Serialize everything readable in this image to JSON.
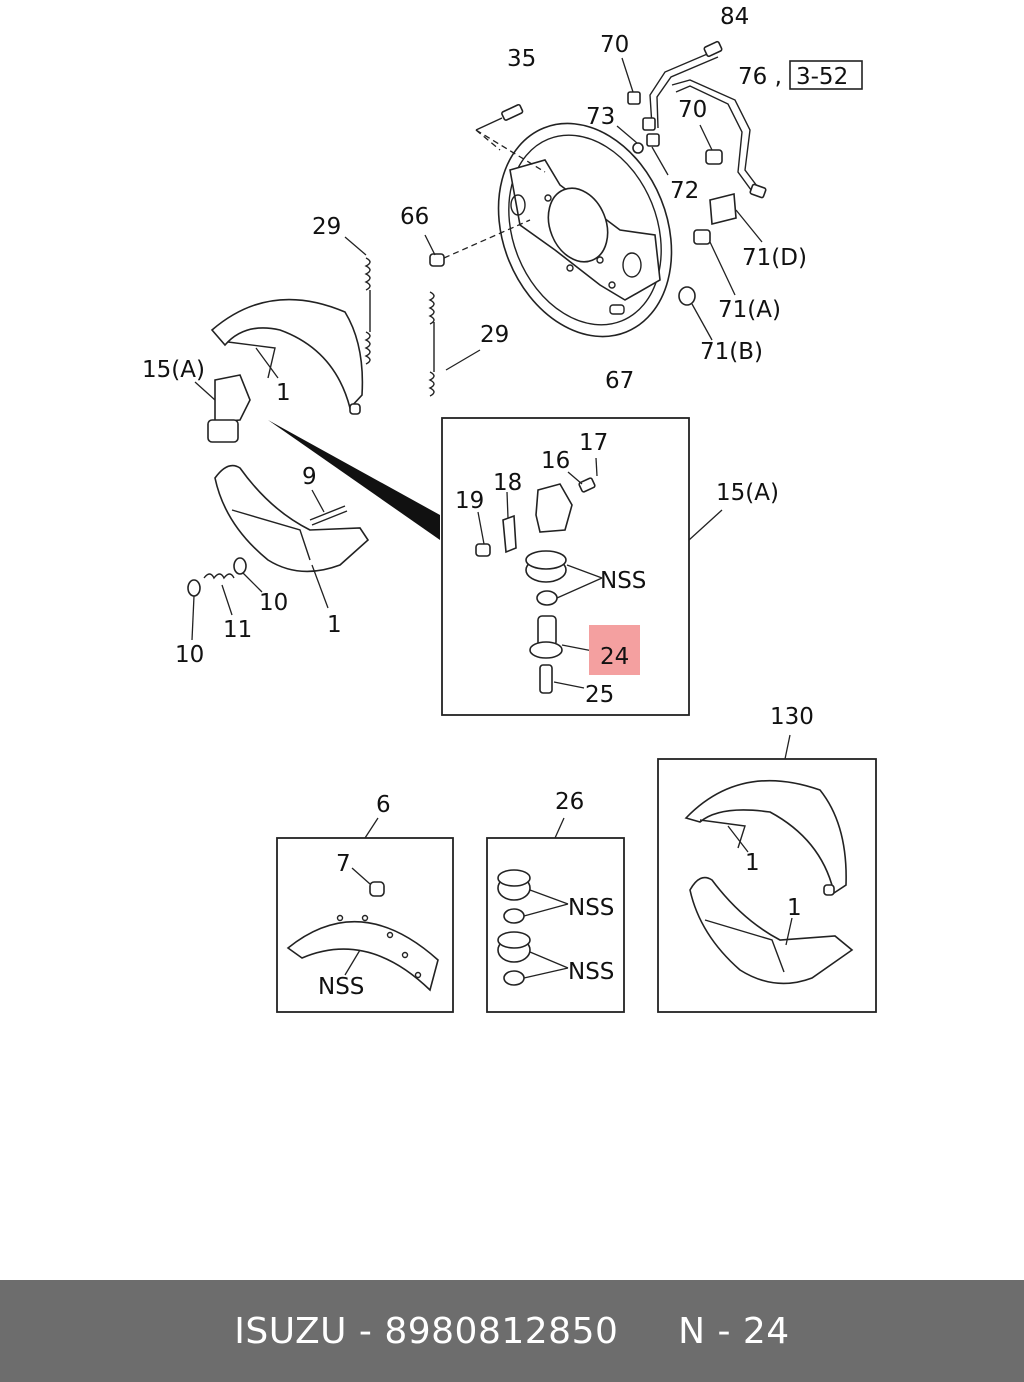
{
  "diagram": {
    "labels": {
      "l84": "84",
      "l70a": "70",
      "l35": "35",
      "l76": "76 ,",
      "l352": "3-52",
      "l73": "73",
      "l70b": "70",
      "l72": "72",
      "l29a": "29",
      "l66": "66",
      "l71d": "71(D)",
      "l71a": "71(A)",
      "l29b": "29",
      "l71b": "71(B)",
      "l15a": "15(A)",
      "l1a": "1",
      "l67": "67",
      "l17": "17",
      "l16": "16",
      "l18": "18",
      "l15a_inset": "15(A)",
      "l19": "19",
      "l9": "9",
      "lnss1": "NSS",
      "l24": "24",
      "l10a": "10",
      "l11": "11",
      "l1b": "1",
      "l25": "25",
      "l10b": "10",
      "l130": "130",
      "l6": "6",
      "l26": "26",
      "l7": "7",
      "l1c": "1",
      "lnss2": "NSS",
      "l1d": "1",
      "lnss3": "NSS",
      "lnss4": "NSS"
    },
    "highlight_color": "#f4a0a0"
  },
  "footer": {
    "text": "ISUZU - 8980812850     N - 24"
  }
}
